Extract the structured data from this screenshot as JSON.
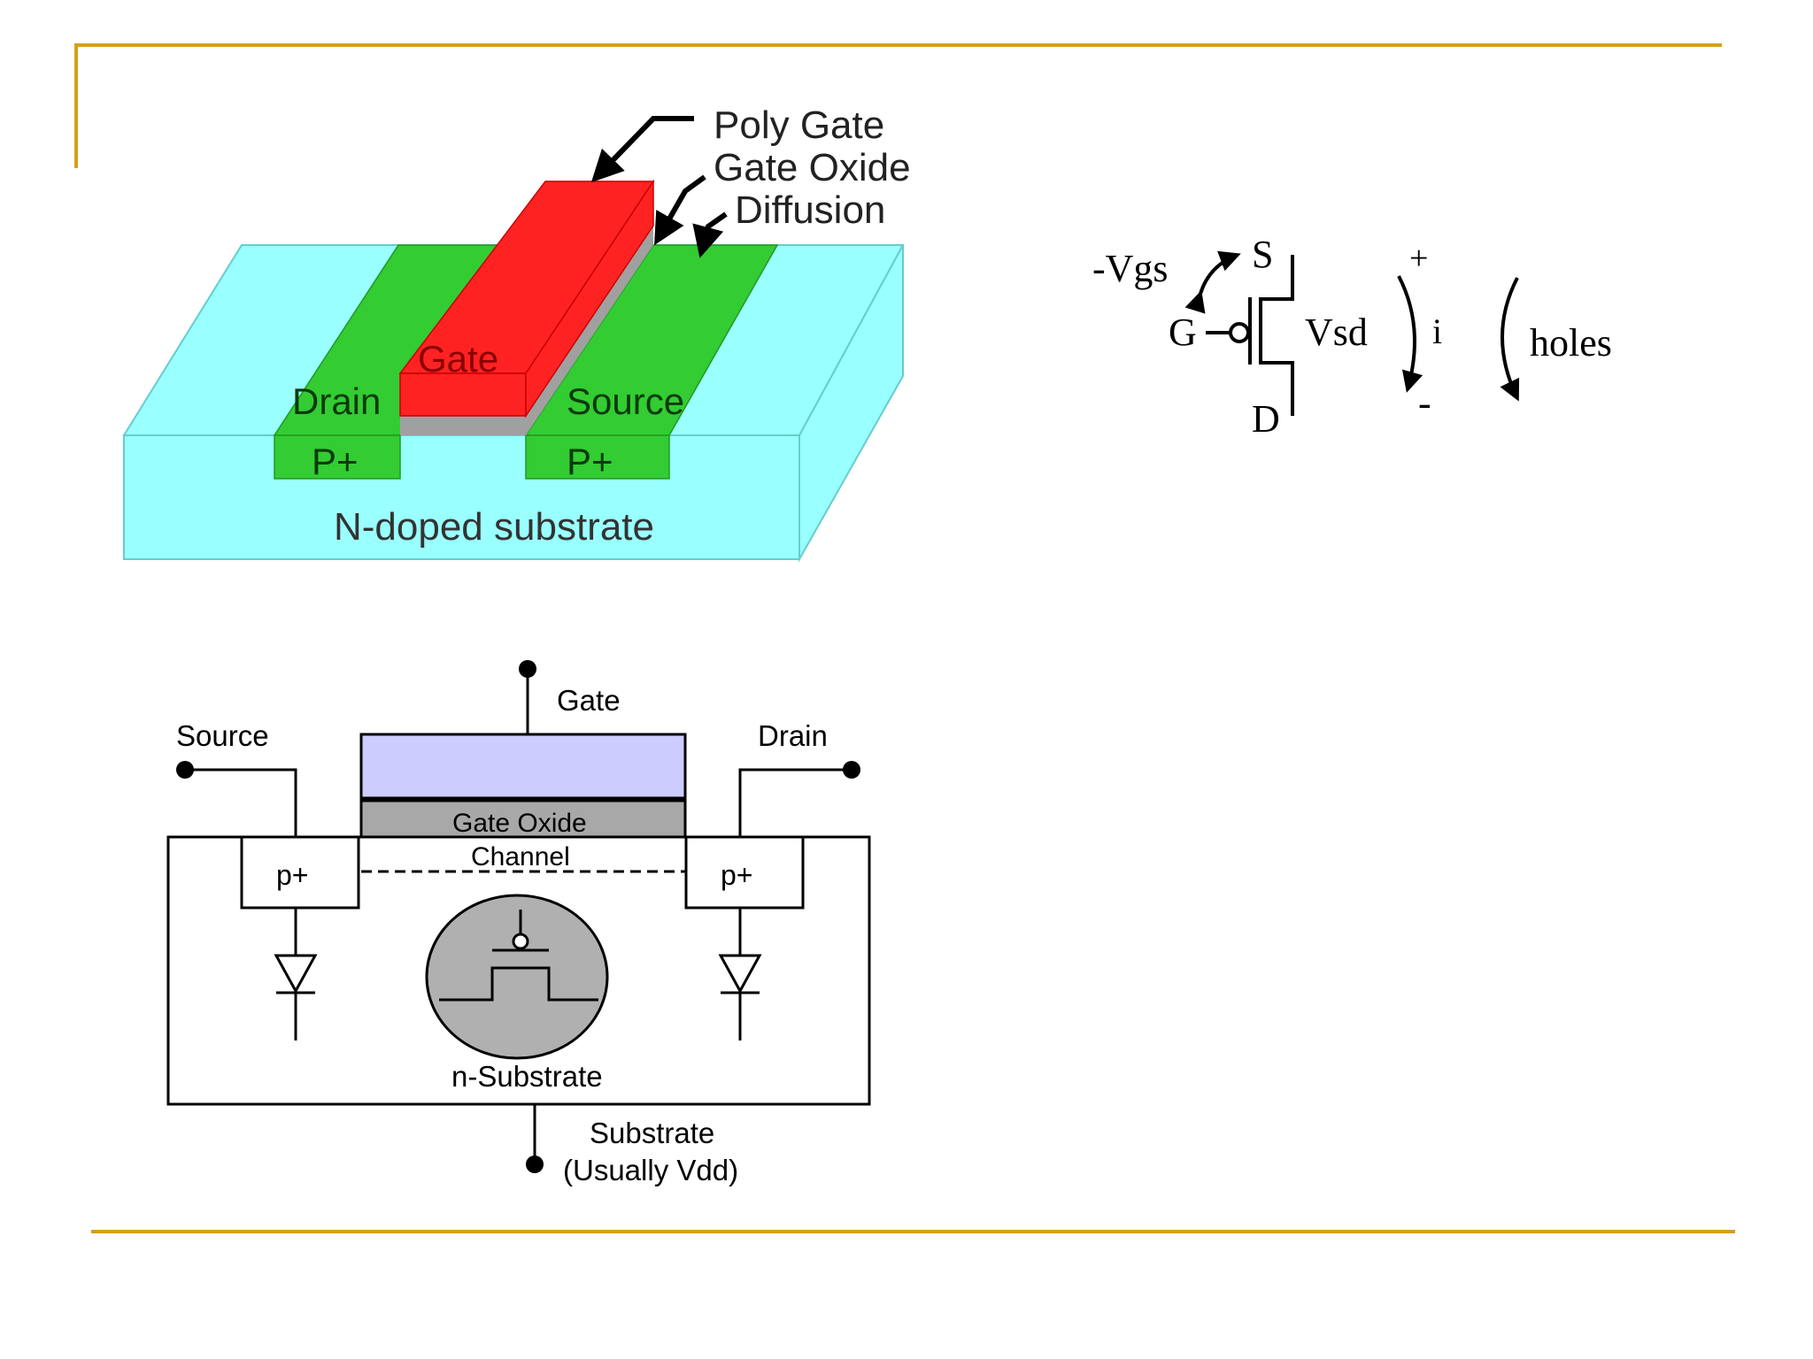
{
  "slide": {
    "accent_color": "#D4A017"
  },
  "pmos_3d": {
    "callouts": {
      "poly_gate": "Poly Gate",
      "gate_oxide": "Gate Oxide",
      "diffusion": "Diffusion"
    },
    "labels": {
      "gate": "Gate",
      "drain": "Drain",
      "source": "Source",
      "p_plus_left": "P+",
      "p_plus_right": "P+",
      "substrate": "N-doped substrate"
    },
    "colors": {
      "substrate": "#99FFFF",
      "diffusion": "#33CC33",
      "poly_gate": "#FF2222",
      "gate_oxide": "#A0A0A0"
    }
  },
  "pmos_symbol": {
    "vgs": "-Vgs",
    "s": "S",
    "g": "G",
    "d": "D",
    "vsd": "Vsd",
    "plus": "+",
    "minus": "-",
    "i": "i",
    "holes": "holes"
  },
  "cross_section": {
    "gate": "Gate",
    "source": "Source",
    "drain": "Drain",
    "gate_oxide": "Gate Oxide",
    "channel": "Channel",
    "p_plus_left": "p+",
    "p_plus_right": "p+",
    "n_substrate": "n-Substrate",
    "substrate_line1": "Substrate",
    "substrate_line2": "(Usually Vdd)",
    "colors": {
      "gate_poly": "#CCCCFF",
      "gate_oxide": "#A8A8A8",
      "circle": "#B0B0B0"
    }
  }
}
